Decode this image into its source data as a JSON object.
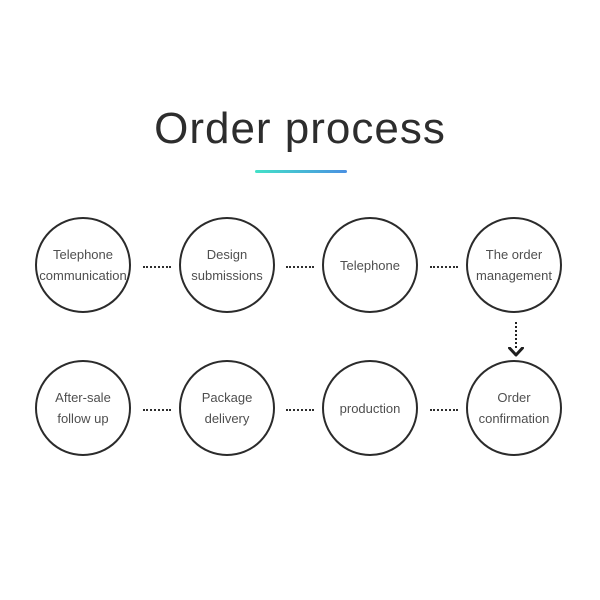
{
  "header": {
    "title": "Order process"
  },
  "colors": {
    "background": "#ffffff",
    "title_text": "#2d2d2d",
    "circle_border": "#2b2b2b",
    "label_text": "#4f4f4f",
    "connector": "#2e2e2e",
    "underline_gradient_from": "#43e1c8",
    "underline_gradient_to": "#4a90e2"
  },
  "diagram": {
    "rows": [
      {
        "nodes": [
          {
            "label": "Telephone\ncommunication"
          },
          {
            "label": "Design\nsubmissions"
          },
          {
            "label": "Telephone"
          },
          {
            "label": "The order\nmanagement"
          }
        ]
      },
      {
        "nodes": [
          {
            "label": "After-sale\nfollow up"
          },
          {
            "label": "Package\ndelivery"
          },
          {
            "label": "production"
          },
          {
            "label": "Order\nconfirmation"
          }
        ]
      }
    ],
    "connectors": {
      "horizontal_style": "dotted",
      "arrow": {
        "from": "The order management",
        "to": "Order confirmation",
        "direction": "down",
        "icon": "chevron-down"
      }
    }
  }
}
